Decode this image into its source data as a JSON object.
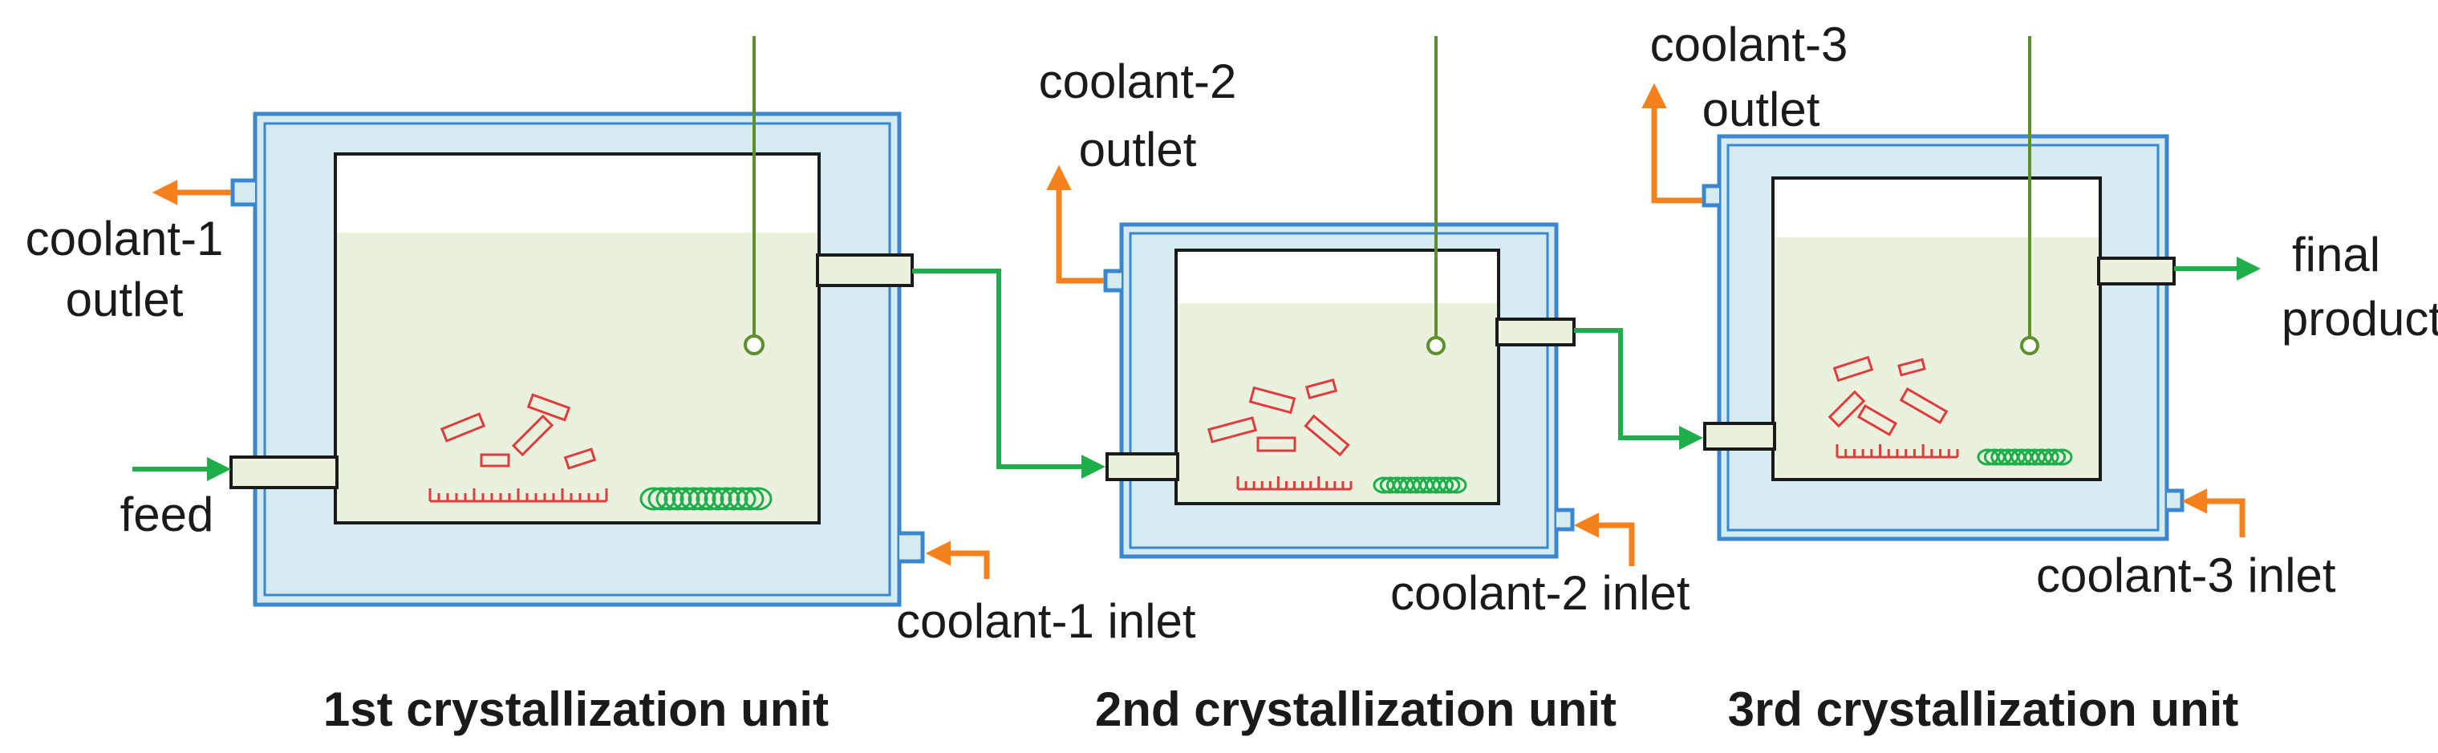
{
  "units": [
    {
      "title": "1st crystallization unit",
      "coolant_outlet_line1": "coolant-1",
      "coolant_outlet_line2": "outlet",
      "coolant_inlet": "coolant-1 inlet",
      "feed": "feed"
    },
    {
      "title": "2nd crystallization unit",
      "coolant_outlet_line1": "coolant-2",
      "coolant_outlet_line2": "outlet",
      "coolant_inlet": "coolant-2 inlet"
    },
    {
      "title": "3rd crystallization unit",
      "coolant_outlet_line1": "coolant-3",
      "coolant_outlet_line2": "outlet",
      "coolant_inlet": "coolant-3 inlet",
      "product_line1": "final",
      "product_line2": "product"
    }
  ],
  "colors": {
    "jacket": "#3b87cf",
    "jacket_fill": "#d4ebf1",
    "liquid": "#eaf1df",
    "process_flow": "#1fae4b",
    "coolant_flow": "#f5801e",
    "crystals": "#e03c3c",
    "stirrer": "#5f8f2b"
  }
}
